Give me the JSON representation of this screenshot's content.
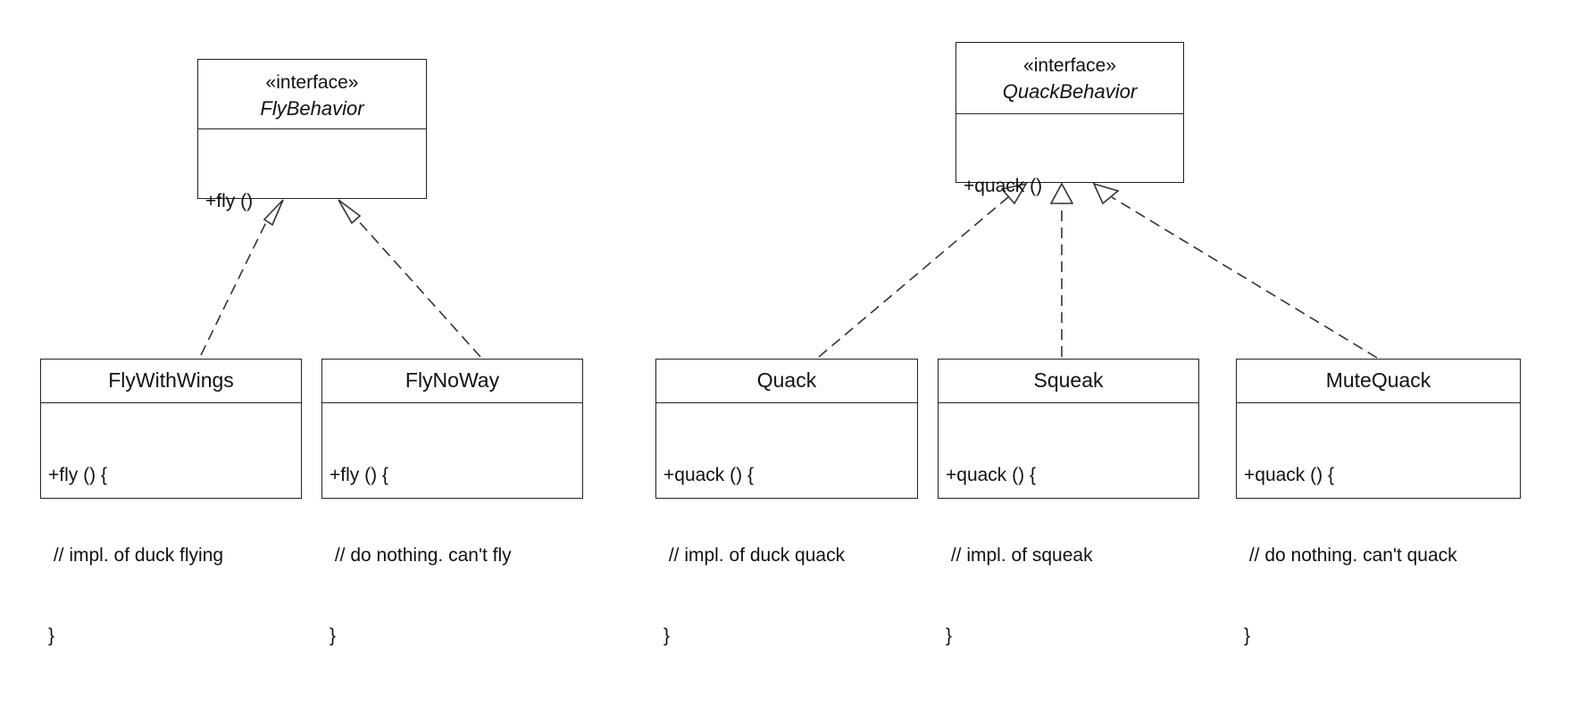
{
  "interfaces": {
    "fly": {
      "stereotype": "«interface»",
      "name": "FlyBehavior",
      "method": "+fly ()"
    },
    "quack": {
      "stereotype": "«interface»",
      "name": "QuackBehavior",
      "method": "+quack ()"
    }
  },
  "classes": {
    "fly_with_wings": {
      "name": "FlyWithWings",
      "lines": [
        "+fly () {",
        " // impl. of duck flying",
        "}"
      ]
    },
    "fly_no_way": {
      "name": "FlyNoWay",
      "lines": [
        "+fly () {",
        " // do nothing. can't fly",
        "}"
      ]
    },
    "quack": {
      "name": "Quack",
      "lines": [
        "+quack () {",
        " // impl. of duck quack",
        "}"
      ]
    },
    "squeak": {
      "name": "Squeak",
      "lines": [
        "+quack () {",
        " // impl. of squeak",
        "}"
      ]
    },
    "mute_quack": {
      "name": "MuteQuack",
      "lines": [
        "+quack () {",
        " // do nothing. can't quack",
        "}"
      ]
    }
  }
}
